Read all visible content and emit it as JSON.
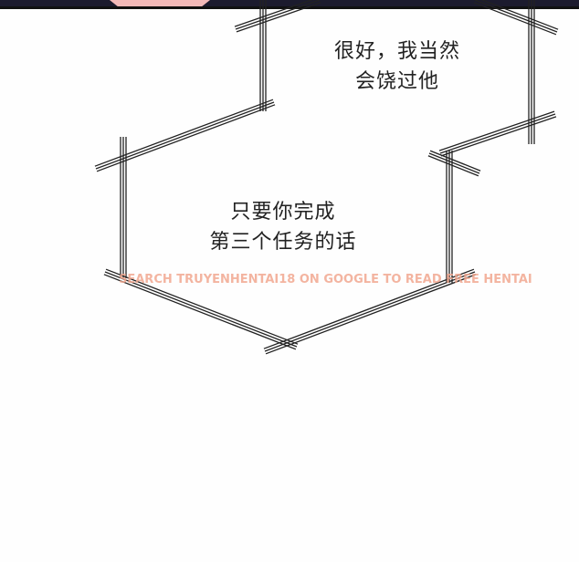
{
  "panel": {
    "bubble_1": {
      "lines": [
        "很好，我当然",
        "会饶过他"
      ]
    },
    "bubble_2": {
      "lines": [
        "只要你完成",
        "第三个任务的话"
      ]
    },
    "watermark": "SEARCH TRUYENHENTAI18 ON GOOGLE TO READ FREE HENTAI",
    "colors": {
      "top_band": "#1c1b2e",
      "accent_pink": "#f3b9b8",
      "watermark": "#f2a890"
    }
  }
}
